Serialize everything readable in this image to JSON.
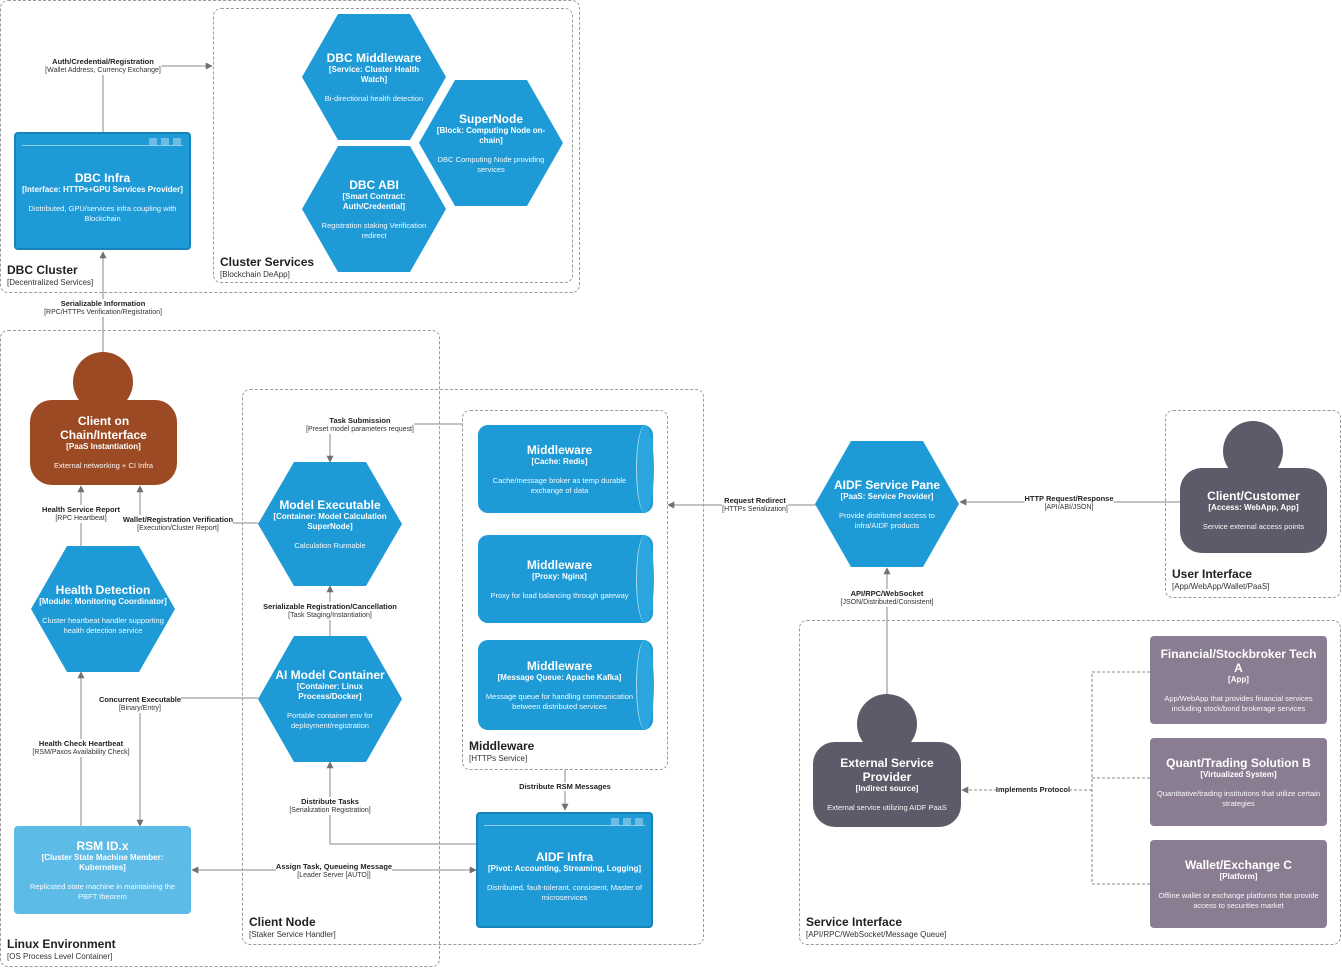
{
  "colors": {
    "service_blue": "#1e9ad6",
    "service_blue_light": "#5dbbe8",
    "person_brown": "#9c4a24",
    "person_gray": "#5f5a69",
    "external_purple": "#8a7c91",
    "arrow": "#707070"
  },
  "boundaries": {
    "dbc_cluster": {
      "title": "DBC Cluster",
      "subtitle": "[Decentralized Services]"
    },
    "cluster_services": {
      "title": "Cluster Services",
      "subtitle": "[Blockchain DeApp]"
    },
    "linux_env": {
      "title": "Linux Environment",
      "subtitle": "[OS Process Level Container]"
    },
    "client_node": {
      "title": "Client Node",
      "subtitle": "[Staker Service Handler]"
    },
    "middleware": {
      "title": "Middleware",
      "subtitle": "[HTTPs Service]"
    },
    "user_interface": {
      "title": "User Interface",
      "subtitle": "[App/WebApp/Wallet/PaaS]"
    },
    "service_interface": {
      "title": "Service Interface",
      "subtitle": "[API/RPC/WebSocket/Message Queue]"
    }
  },
  "nodes": {
    "dbc_infra": {
      "title": "DBC Infra",
      "stereotype": "[Interface: HTTPs+GPU Services Provider]",
      "desc": "Distributed, GPU/services infra coupling with Blockchain"
    },
    "dbc_middleware": {
      "title": "DBC Middleware",
      "stereotype": "[Service: Cluster Health Watch]",
      "desc": "Bi-directional health detection"
    },
    "supernode": {
      "title": "SuperNode",
      "stereotype": "[Block: Computing Node on-chain]",
      "desc": "DBC Computing Node providing services"
    },
    "dbc_abi": {
      "title": "DBC ABI",
      "stereotype": "[Smart Contract: Auth/Credential]",
      "desc": "Registration staking Verification redirect"
    },
    "client_chain": {
      "title": "Client on Chain/Interface",
      "stereotype": "[PaaS Instantiation]",
      "desc": "External networking + CI Infra"
    },
    "health_detection": {
      "title": "Health Detection",
      "stereotype": "[Module: Monitoring Coordinator]",
      "desc": "Cluster heartbeat handler supporting health detection service"
    },
    "rsm": {
      "title": "RSM ID.x",
      "stereotype": "[Cluster State Machine Member: Kubernetes]",
      "desc": "Replicated state machine in maintaining the PBFT theorem"
    },
    "model_exec": {
      "title": "Model Executable",
      "stereotype": "[Container: Model Calculation SuperNode]",
      "desc": "Calculation Runnable"
    },
    "ai_container": {
      "title": "AI Model Container",
      "stereotype": "[Container: Linux Process/Docker]",
      "desc": "Portable container env for deployment/registration"
    },
    "mw_redis": {
      "title": "Middleware",
      "stereotype": "[Cache: Redis]",
      "desc": "Cache/message broker as temp durable exchange of data"
    },
    "mw_nginx": {
      "title": "Middleware",
      "stereotype": "[Proxy: Nginx]",
      "desc": "Proxy for load balancing through gateway"
    },
    "mw_kafka": {
      "title": "Middleware",
      "stereotype": "[Message Queue: Apache Kafka]",
      "desc": "Message queue for handling communication between distributed services"
    },
    "aidf_infra": {
      "title": "AIDF Infra",
      "stereotype": "[Pivot: Accounting, Streaming, Logging]",
      "desc": "Distributed, fault-tolerant, consistent, Master of microservices"
    },
    "aidf_pane": {
      "title": "AIDF Service Pane",
      "stereotype": "[PaaS: Service Provider]",
      "desc": "Provide distributed access to infra/AIDF products"
    },
    "client_customer": {
      "title": "Client/Customer",
      "stereotype": "[Access: WebApp, App]",
      "desc": "Service external access points"
    },
    "ext_provider": {
      "title": "External Service Provider",
      "stereotype": "[Indirect source]",
      "desc": "External service utilizing AIDF PaaS"
    },
    "fin_a": {
      "title": "Financial/Stockbroker Tech A",
      "stereotype": "[App]",
      "desc": "App/WebApp that provides financial services including stock/bond brokerage services"
    },
    "quant_b": {
      "title": "Quant/Trading Solution B",
      "stereotype": "[Virtualized System]",
      "desc": "Quantitative/trading institutions that utilize certain strategies"
    },
    "wallet_c": {
      "title": "Wallet/Exchange C",
      "stereotype": "[Platform]",
      "desc": "Offline wallet or exchange platforms that provide access to securities market"
    }
  },
  "edges": {
    "auth": {
      "label": "Auth/Credential/Registration",
      "tech": "[Wallet Address, Currency Exchange]"
    },
    "serializable_info": {
      "label": "Serializable Information",
      "tech": "[RPC/HTTPs Verification/Registration]"
    },
    "task_submission": {
      "label": "Task Submission",
      "tech": "[Preset model parameters request]"
    },
    "health_report": {
      "label": "Health Service Report",
      "tech": "[RPC Heartbeat]"
    },
    "wallet_verify": {
      "label": "Wallet/Registration Verification",
      "tech": "[Execution/Cluster Report]"
    },
    "serial_reg": {
      "label": "Serializable Registration/Cancellation",
      "tech": "[Task Staging/Instantiation]"
    },
    "concurrent_exec": {
      "label": "Concurrent Executable",
      "tech": "[Binary/Entry]"
    },
    "heartbeat": {
      "label": "Health Check Heartbeat",
      "tech": "[RSM/Paxos Availability Check]"
    },
    "distribute_tasks": {
      "label": "Distribute Tasks",
      "tech": "[Serialization Registration]"
    },
    "assign_task": {
      "label": "Assign Task, Queueing Message",
      "tech": "[Leader Server [AUTO]]"
    },
    "distribute_rsm": {
      "label": "Distribute RSM Messages",
      "tech": ""
    },
    "request_redirect": {
      "label": "Request Redirect",
      "tech": "[HTTPs Serialization]"
    },
    "http_req": {
      "label": "HTTP Request/Response",
      "tech": "[API/ABI/JSON]"
    },
    "api_rpc": {
      "label": "API/RPC/WebSocket",
      "tech": "[JSON/Distributed/Consistent]"
    },
    "implements": {
      "label": "Implements Protocol",
      "tech": ""
    }
  }
}
